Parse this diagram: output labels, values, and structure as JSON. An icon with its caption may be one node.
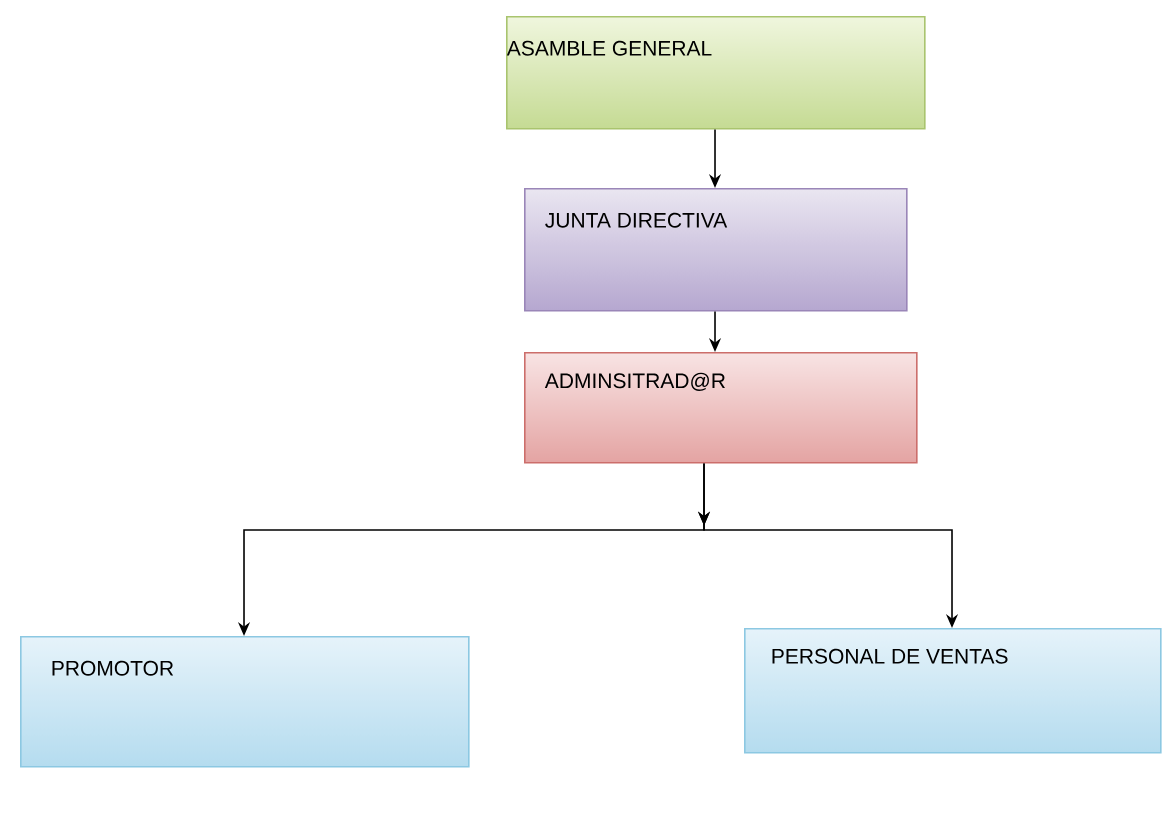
{
  "diagram": {
    "nodes": [
      {
        "text": [
          "ASAMBLE GENERAL"
        ]
      },
      {
        "text": [
          "JUNTA DIRECTIVA"
        ]
      },
      {
        "text": [
          "ADMINSITRAD@R"
        ]
      },
      {
        "text": [
          "PROMOTOR"
        ]
      },
      {
        "text": [
          "PERSONAL DE VENTAS"
        ]
      }
    ],
    "edges": [
      {
        "from": 0,
        "to": 1,
        "arrow": "to"
      },
      {
        "from": 1,
        "to": 2,
        "arrow": "to"
      },
      {
        "from": 2,
        "to": 3,
        "arrow": "to"
      },
      {
        "from": 2,
        "to": 4,
        "arrow": "to"
      }
    ]
  }
}
